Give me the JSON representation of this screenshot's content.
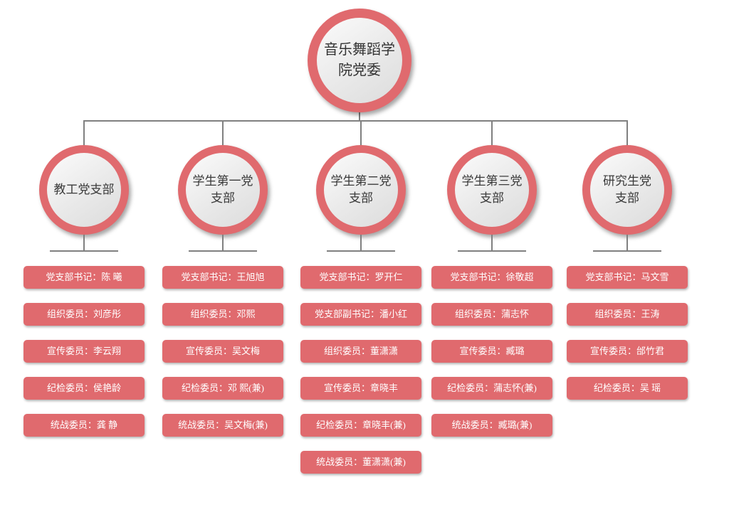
{
  "root": {
    "label": "音乐舞蹈学\n院党委"
  },
  "branches": [
    {
      "label": "教工党支部",
      "members": [
        "党支部书记：陈 曦",
        "组织委员：刘彦彤",
        "宣传委员：李云翔",
        "纪检委员：侯艳龄",
        "统战委员：龚 静"
      ]
    },
    {
      "label": "学生第一党\n支部",
      "members": [
        "党支部书记：王旭旭",
        "组织委员：邓熙",
        "宣传委员：吴文梅",
        "纪检委员：邓 熙(兼)",
        "统战委员：吴文梅(兼)"
      ]
    },
    {
      "label": "学生第二党\n支部",
      "members": [
        "党支部书记：罗开仁",
        "党支部副书记：潘小红",
        "组织委员：董潇潇",
        "宣传委员：章晓丰",
        "纪检委员：章晓丰(兼)",
        "统战委员：董潇潇(兼)"
      ]
    },
    {
      "label": "学生第三党\n支部",
      "members": [
        "党支部书记：徐敬超",
        "组织委员：蒲志怀",
        "宣传委员：臧璐",
        "纪检委员：蒲志怀(兼)",
        "统战委员：臧璐(兼)"
      ]
    },
    {
      "label": "研究生党\n支部",
      "members": [
        "党支部书记：马文雪",
        "组织委员：王涛",
        "宣传委员：邰竹君",
        "纪检委员：吴 瑶"
      ]
    }
  ],
  "colors": {
    "accent": "#e06a6e",
    "connector": "#808080",
    "box_text": "#ffffff"
  }
}
